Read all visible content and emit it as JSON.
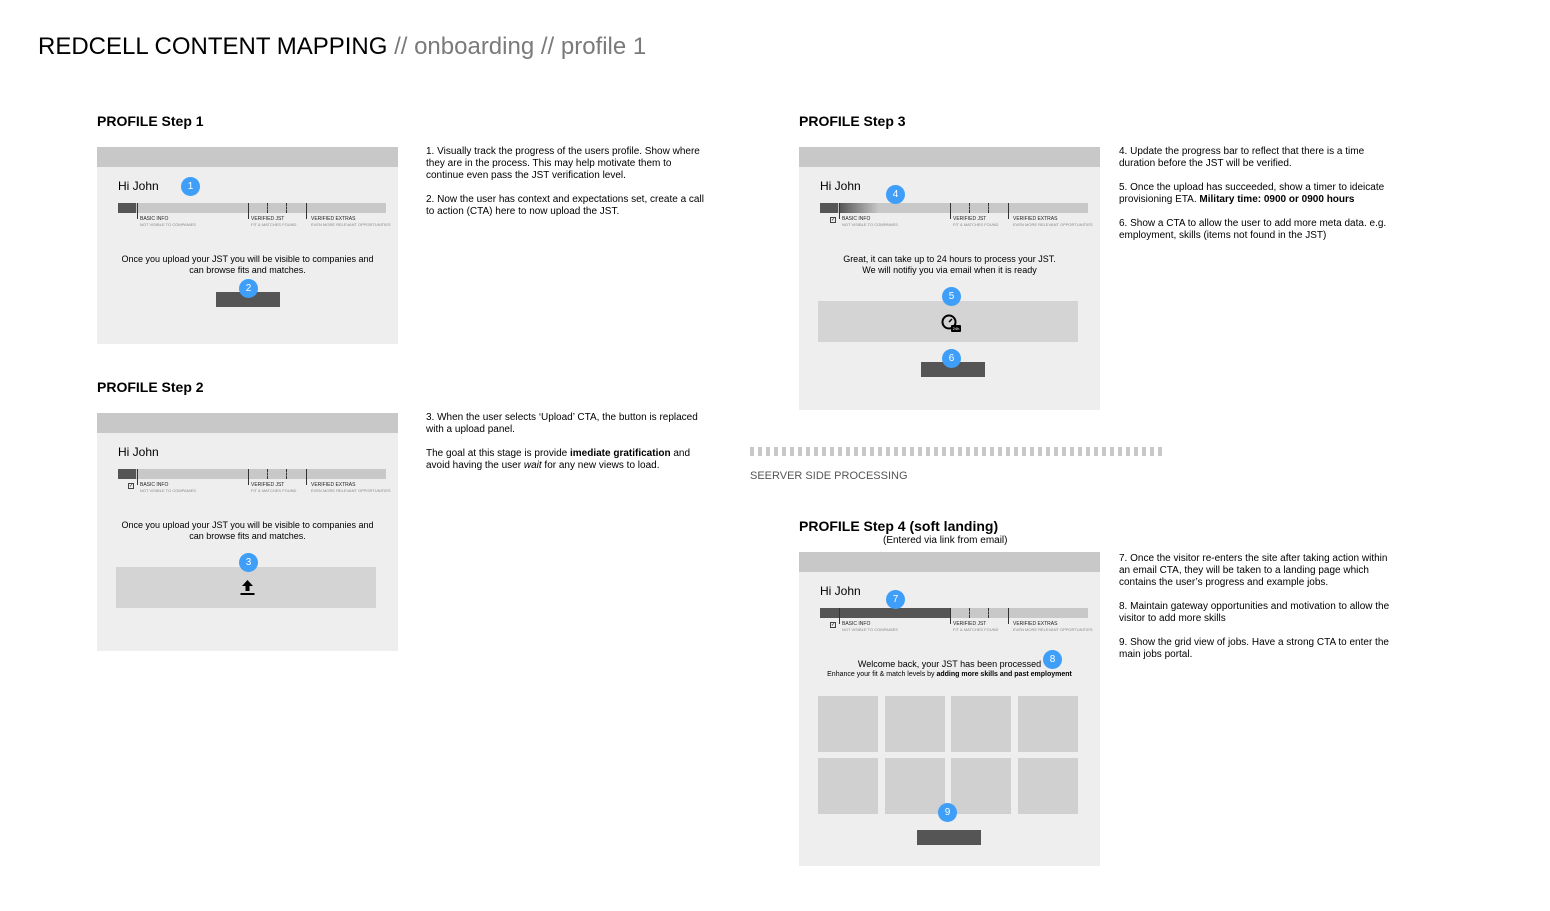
{
  "title": {
    "main": "REDCELL CONTENT MAPPING",
    "sub": " // onboarding // profile 1"
  },
  "progress_labels": {
    "basic": {
      "title": "BASIC INFO",
      "sub": "NOT VISIBLE TO COMPANIES"
    },
    "jst": {
      "title": "VERIFIED JST",
      "sub": "FIT & MATCHES FOUND"
    },
    "extras": {
      "title": "VERIFIED EXTRAS",
      "sub": "EVEN MORE RELEVANT OPPORTUNITIES"
    }
  },
  "step1": {
    "heading": "PROFILE Step 1",
    "greeting": "Hi John",
    "message_line1": "Once you upload your JST you will be visible to companies and",
    "message_line2": "can browse fits and matches.",
    "badges": [
      "1",
      "2"
    ],
    "notes": [
      "1. Visually track the progress of the users profile. Show where they are in the process. This may help motivate them to continue even pass the JST verification level.",
      "2. Now the user has context and expectations set, create a call to action (CTA) here to now upload the JST."
    ]
  },
  "step2": {
    "heading": "PROFILE Step 2",
    "greeting": "Hi John",
    "message_line1": "Once you upload your JST you will be visible to companies and",
    "message_line2": "can browse fits and matches.",
    "badges": [
      "3"
    ],
    "notes": {
      "n3": "3. When the user selects ‘Upload’ CTA, the button is replaced with a upload panel.",
      "n4_a": "The goal at this stage is provide ",
      "n4_b": "imediate gratification",
      "n4_c": " and avoid having the user ",
      "n4_d": "wait",
      "n4_e": " for any new views to load."
    }
  },
  "step3": {
    "heading": "PROFILE Step 3",
    "greeting": "Hi John",
    "message_line1": "Great, it can take up to 24 hours to process your JST.",
    "message_line2": "We will notifiy you via email when it is ready",
    "timer_label": "24h",
    "badges": [
      "4",
      "5",
      "6"
    ],
    "notes": {
      "n4": "4. Update the progress bar to reflect that there is a time duration before the JST will be verified.",
      "n5_a": "5. Once the upload has succeeded, show a timer to ideicate provisioning ETA. ",
      "n5_b": "Military time: 0900 or 0900 hours",
      "n6": "6. Show a CTA to allow the user to add more meta data. e.g. employment, skills (items not found in the JST)"
    }
  },
  "divider": {
    "label": "SEERVER SIDE PROCESSING"
  },
  "step4": {
    "heading": "PROFILE Step 4 (soft landing)",
    "subheading": "(Entered via link from email)",
    "greeting": "Hi John",
    "message_line1": "Welcome back, your JST has been processed",
    "message_line2_a": "Enhance your fit & match levels by ",
    "message_line2_b": "adding more skills and past employment",
    "badges": [
      "7",
      "8",
      "9"
    ],
    "notes": [
      "7. Once the visitor re-enters the site after taking action within an email CTA, they will be taken to a landing page which contains the user’s progress and example jobs.",
      "8. Maintain gateway opportunities and motivation to allow the visitor to add more skills",
      "9. Show the grid view of jobs. Have a strong CTA to enter the main jobs portal."
    ]
  }
}
